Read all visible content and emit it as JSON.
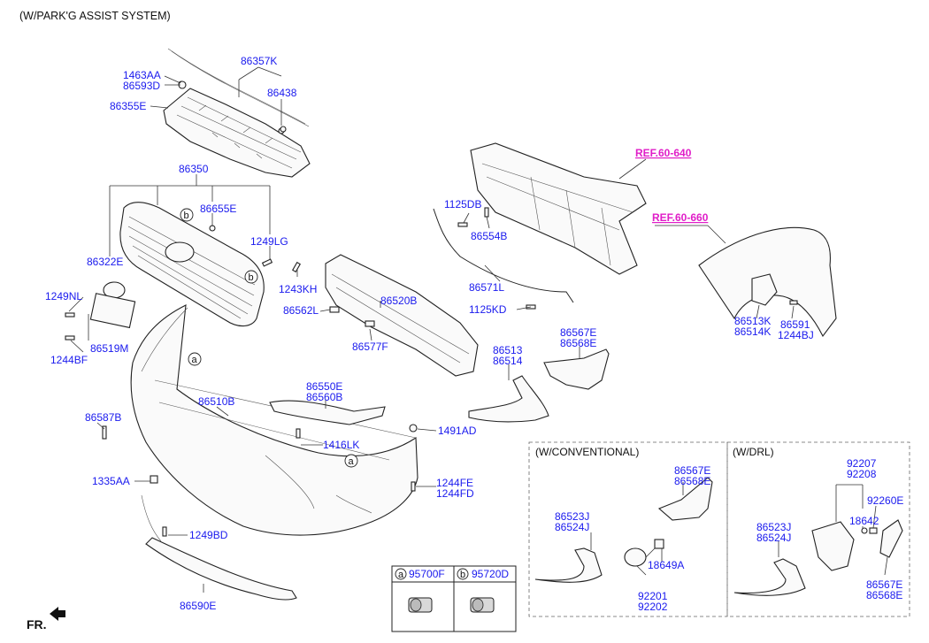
{
  "title": "(W/PARK'G ASSIST SYSTEM)",
  "front_label": "FR.",
  "refs": {
    "ref1": "REF.60-640",
    "ref2": "REF.60-660"
  },
  "labels": {
    "p1463AA": "1463AA",
    "p86593D": "86593D",
    "p86357K": "86357K",
    "p86438": "86438",
    "p86355E": "86355E",
    "p86350": "86350",
    "p86655E": "86655E",
    "p1249LG": "1249LG",
    "p86322E": "86322E",
    "p1243KH": "1243KH",
    "p1249NL": "1249NL",
    "p86519M": "86519M",
    "p1244BF": "1244BF",
    "p86562L": "86562L",
    "p86520B": "86520B",
    "p86577F": "86577F",
    "p1125DB": "1125DB",
    "p86554B": "86554B",
    "p86571L": "86571L",
    "p1125KD": "1125KD",
    "p86513K": "86513K",
    "p86514K": "86514K",
    "p86591": "86591",
    "p1244BJ": "1244BJ",
    "p86513": "86513",
    "p86514": "86514",
    "p86567E_a": "86567E",
    "p86568E_a": "86568E",
    "p86550E": "86550E",
    "p86560B": "86560B",
    "p86510B": "86510B",
    "p86587B": "86587B",
    "p1416LK": "1416LK",
    "p1491AD": "1491AD",
    "p1335AA": "1335AA",
    "p1244FE": "1244FE",
    "p1244FD": "1244FD",
    "p1249BD": "1249BD",
    "p86590E": "86590E"
  },
  "callouts": {
    "a": "a",
    "b": "b"
  },
  "conventional_box": {
    "title": "(W/CONVENTIONAL)",
    "p86567E": "86567E",
    "p86568E": "86568E",
    "p86523J": "86523J",
    "p86524J": "86524J",
    "p18649A": "18649A",
    "p92201": "92201",
    "p92202": "92202"
  },
  "drl_box": {
    "title": "(W/DRL)",
    "p92207": "92207",
    "p92208": "92208",
    "p92260E": "92260E",
    "p18642": "18642",
    "p86523J": "86523J",
    "p86524J": "86524J",
    "p86567E": "86567E",
    "p86568E": "86568E"
  },
  "sensor_table": {
    "a_part": "95700F",
    "b_part": "95720D"
  }
}
